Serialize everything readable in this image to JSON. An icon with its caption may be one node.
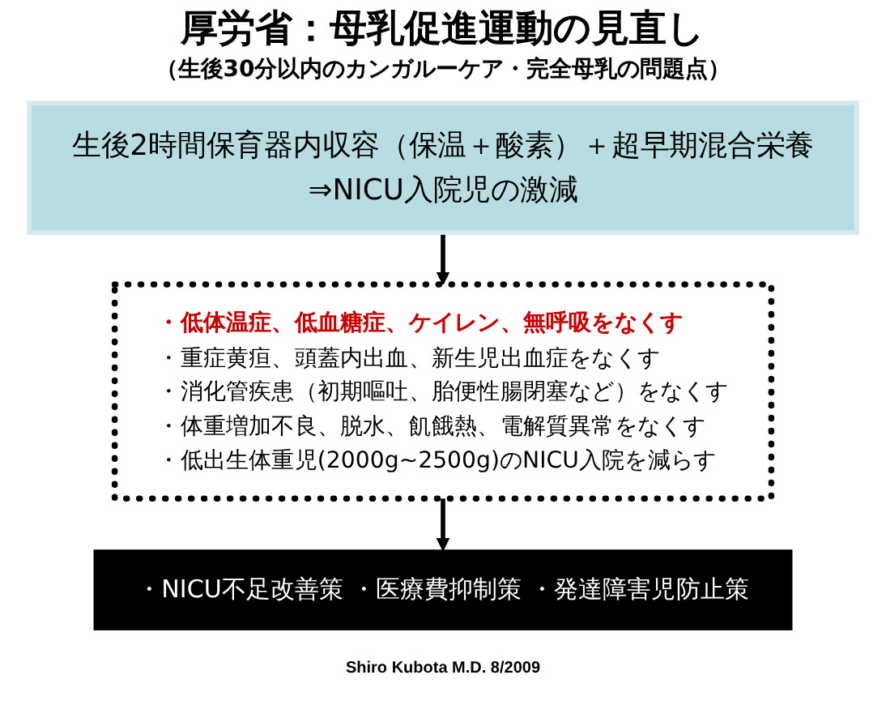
{
  "diagram": {
    "title": "厚労省：母乳促進運動の見直し",
    "nodes": [
      {
        "text": [
          "生後2時間保育器内収容（保温＋酸素）＋超早期混合栄養",
          "⇒NICU入院児の激減"
        ]
      },
      {
        "text": [
          "・低体温症、低血糖症、ケイレン、無呼吸をなくす",
          "・重症黄疸、頭蓋内出血、新生児出血症をなくす",
          "・消化管疾患（初期嘔吐、胎便性腸閉塞など）をなくす",
          "・体重増加不良、脱水、飢餓熱、電解質異常をなくす",
          "・低出生体重児(2000g~2500g)のNICU入院を減らす"
        ]
      },
      {
        "text": [
          "・NICU不足改善策 ・医療費抑制策 ・発達障害児防止策"
        ]
      }
    ],
    "edges": [
      {
        "from": 0,
        "to": 1,
        "arrow": "to"
      },
      {
        "from": 1,
        "to": 2,
        "arrow": "to"
      }
    ],
    "labels": [
      "（生後30分以内のカンガルーケア・完全母乳の問題点）",
      "Shiro Kubota M.D. 8/2009"
    ]
  }
}
